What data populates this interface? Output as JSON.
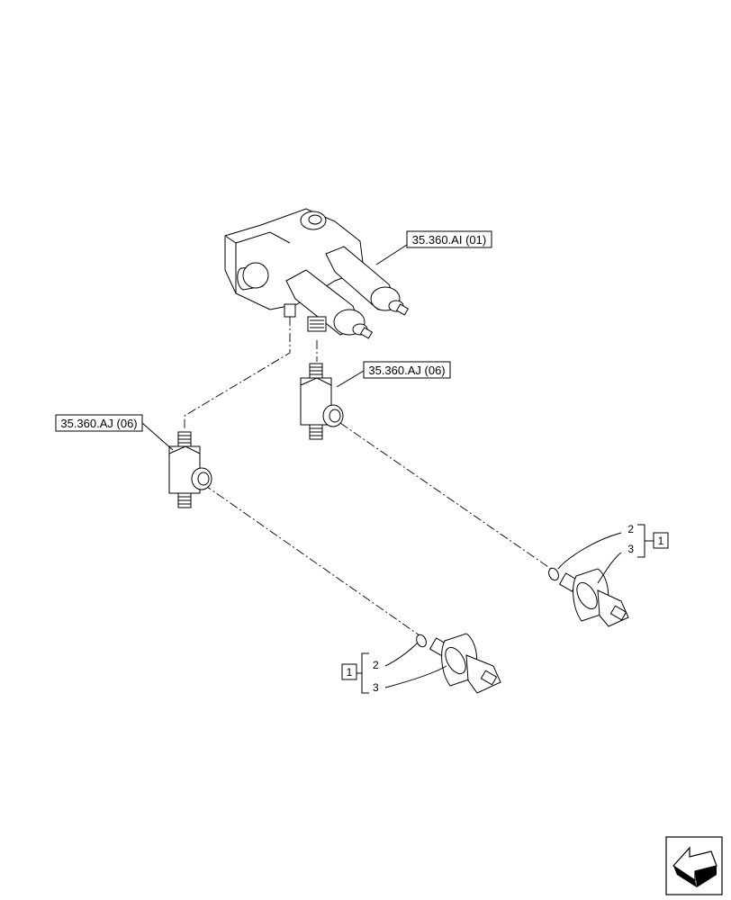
{
  "refs": {
    "valve_block": "35.360.AI (01)",
    "fitting_upper": "35.360.AJ (06)",
    "fitting_left": "35.360.AJ (06)"
  },
  "callouts": {
    "upper_group": {
      "box": "1",
      "item_a": "2",
      "item_b": "3"
    },
    "lower_group": {
      "box": "1",
      "item_a": "2",
      "item_b": "3"
    }
  },
  "icons": {
    "nav_arrow": "direction-arrow-icon"
  }
}
